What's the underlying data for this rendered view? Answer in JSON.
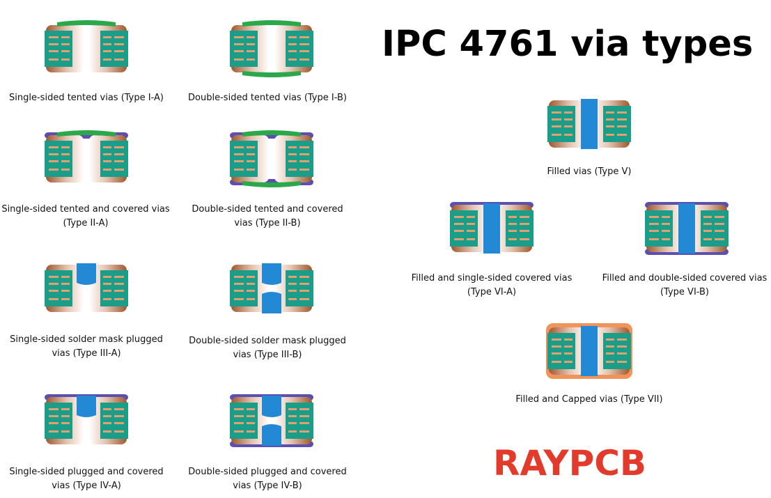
{
  "title": "IPC 4761 via types",
  "brand": "RAYPCB",
  "colors": {
    "board": "#1a9e8a",
    "copper_light": "#e3c3b0",
    "copper_dark": "#a0582e",
    "trace": "#e0a070",
    "solder_mask_tent": "#2aa84a",
    "cover": "#5b4fb0",
    "fill": "#2389d4",
    "cap": "#f0945a",
    "title_color": "#000000",
    "brand_color": "#e23b2b"
  },
  "vias": [
    {
      "id": "I-A",
      "caption": [
        "Single-sided tented vias (Type I-A)"
      ]
    },
    {
      "id": "I-B",
      "caption": [
        "Double-sided tented vias (Type I-B)"
      ]
    },
    {
      "id": "II-A",
      "caption": [
        "Single-sided tented and covered vias",
        "(Type II-A)"
      ]
    },
    {
      "id": "II-B",
      "caption": [
        "Double-sided tented and covered",
        "vias (Type II-B)"
      ]
    },
    {
      "id": "III-A",
      "caption": [
        "Single-sided solder mask plugged",
        "vias (Type III-A)"
      ]
    },
    {
      "id": "III-B",
      "caption": [
        "Double-sided solder mask plugged",
        "vias (Type III-B)"
      ]
    },
    {
      "id": "IV-A",
      "caption": [
        "Single-sided plugged and covered",
        "vias (Type IV-A)"
      ]
    },
    {
      "id": "IV-B",
      "caption": [
        "Double-sided plugged and covered",
        "vias (Type IV-B)"
      ]
    },
    {
      "id": "V",
      "caption": [
        "Filled vias (Type V)"
      ]
    },
    {
      "id": "VI-A",
      "caption": [
        "Filled and single-sided covered vias",
        "(Type VI-A)"
      ]
    },
    {
      "id": "VI-B",
      "caption": [
        "Filled and double-sided covered vias",
        "(Type VI-B)"
      ]
    },
    {
      "id": "VII",
      "caption": [
        "Filled and Capped vias (Type VII)"
      ]
    }
  ]
}
